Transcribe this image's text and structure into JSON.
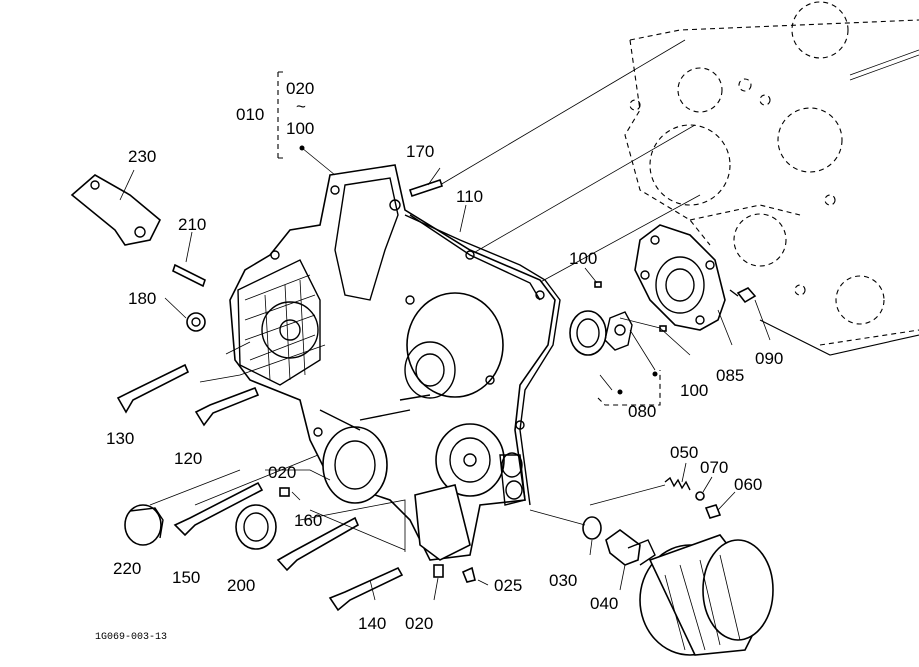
{
  "diagram": {
    "figure_code": "1G069-003-13",
    "labels": {
      "l010": "010",
      "l020_top": "020",
      "l020_tilde": "~",
      "l100_top": "100",
      "l170": "170",
      "l110": "110",
      "l230": "230",
      "l210": "210",
      "l180": "180",
      "l130": "130",
      "l120": "120",
      "l100_a": "100",
      "l100_b": "100",
      "l085": "085",
      "l090": "090",
      "l080": "080",
      "l050": "050",
      "l070": "070",
      "l060": "060",
      "l020_mid": "020",
      "l160": "160",
      "l220": "220",
      "l150": "150",
      "l200": "200",
      "l140": "140",
      "l020_bot": "020",
      "l025": "025",
      "l030": "030",
      "l040": "040"
    }
  }
}
